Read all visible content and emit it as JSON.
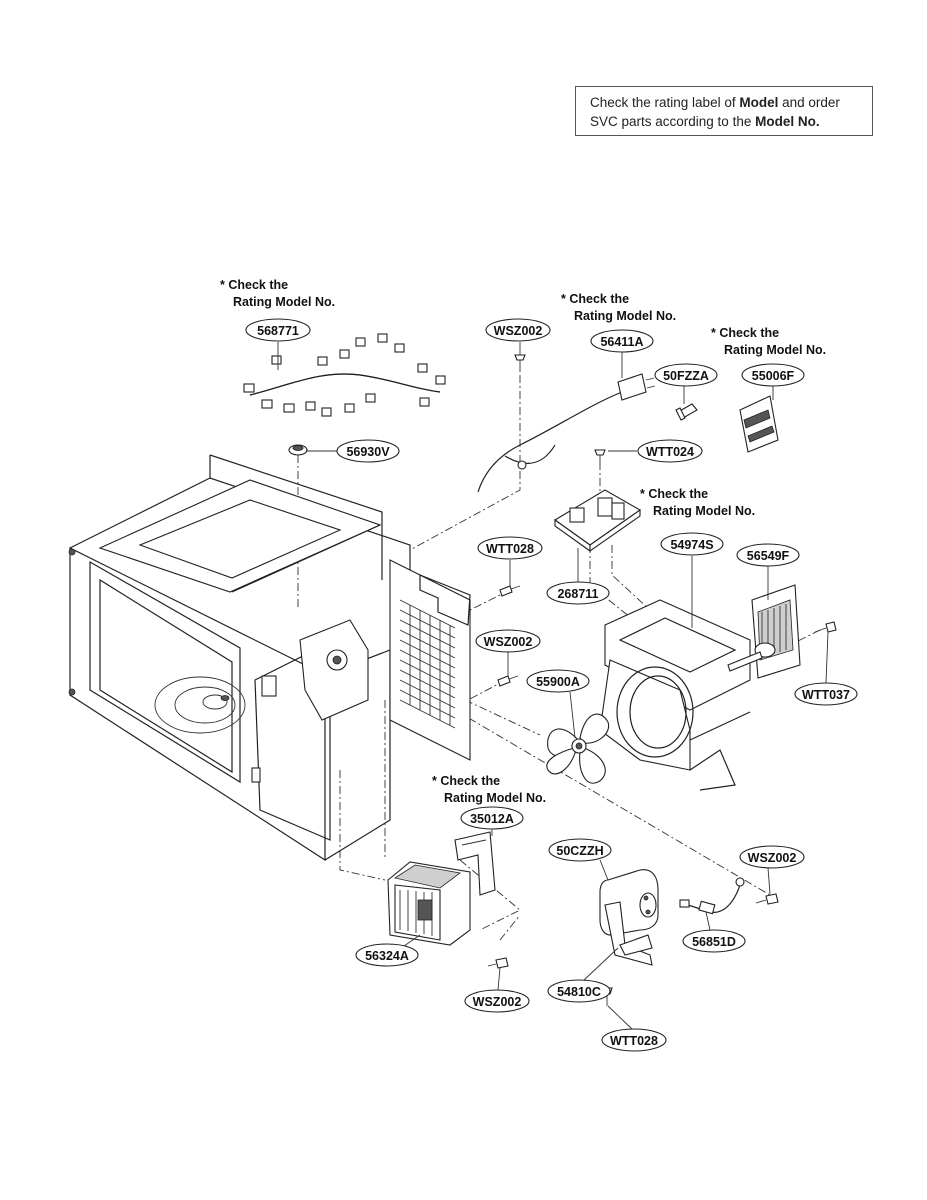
{
  "notice": {
    "part1": "Check the rating label of ",
    "bold1": "Model",
    "part2": " and order",
    "part3": "SVC parts according to the ",
    "bold2": "Model No."
  },
  "check_notes": {
    "line1": "* Check the",
    "line2": "Rating Model No."
  },
  "part_numbers": {
    "harness": "568771",
    "screw_top": "WSZ002",
    "power_cord": "56411A",
    "fuse": "50FZZA",
    "filter": "55006F",
    "thermostat": "56930V",
    "screw_wtt024": "WTT024",
    "screw_wtt028_mid": "WTT028",
    "pcb": "268711",
    "fan_housing": "54974S",
    "fan_motor": "56549F",
    "screw_wsz002_mid": "WSZ002",
    "fan_blade": "55900A",
    "screw_wtt037": "WTT037",
    "bracket": "35012A",
    "capacitor": "50CZZH",
    "screw_wsz002_right": "WSZ002",
    "diode": "56851D",
    "magnetron": "56324A",
    "cap_bracket": "54810C",
    "screw_wsz002_bottom": "WSZ002",
    "screw_wtt028_bottom": "WTT028"
  }
}
